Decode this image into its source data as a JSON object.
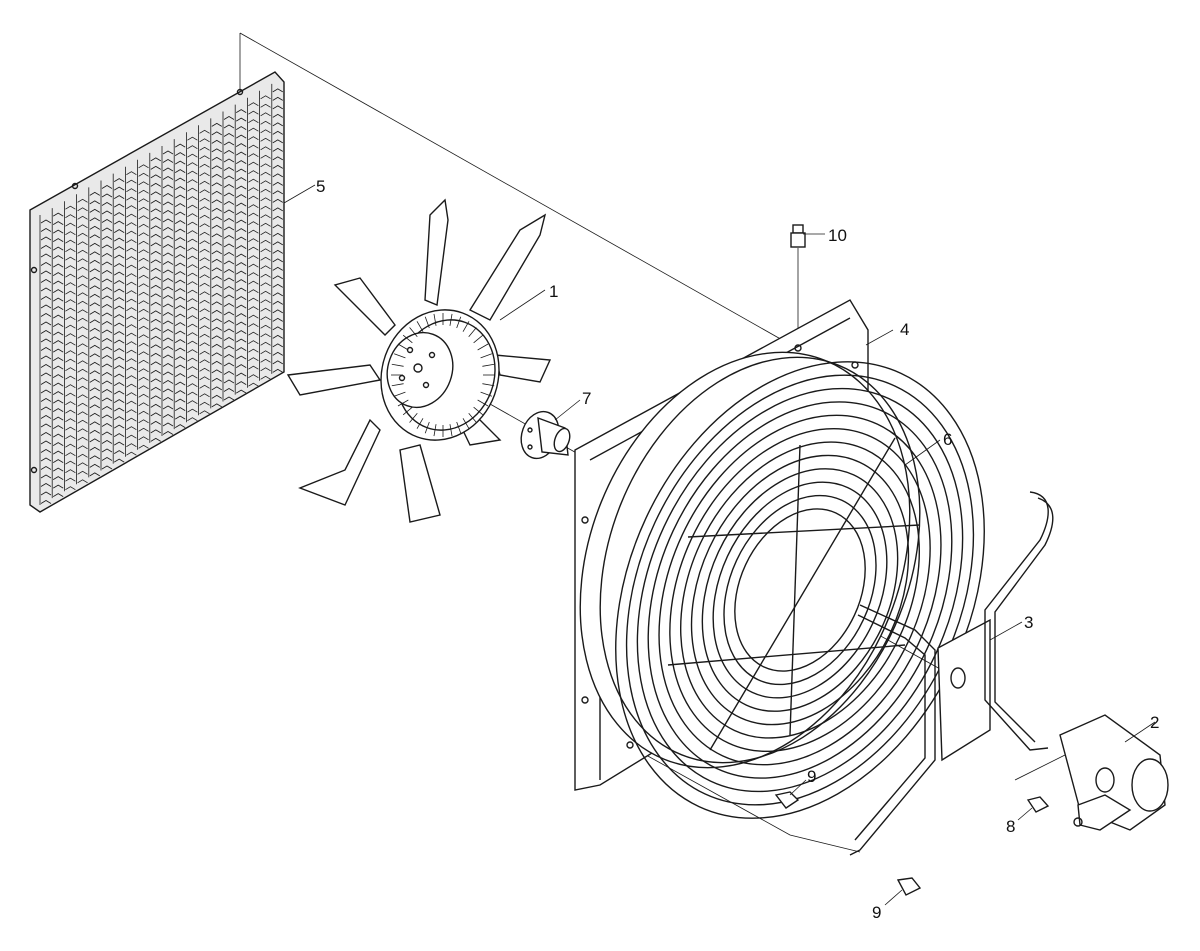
{
  "callouts": [
    {
      "id": "c1",
      "label": "1"
    },
    {
      "id": "c2",
      "label": "2"
    },
    {
      "id": "c3",
      "label": "3"
    },
    {
      "id": "c4",
      "label": "4"
    },
    {
      "id": "c5",
      "label": "5"
    },
    {
      "id": "c6",
      "label": "6"
    },
    {
      "id": "c7",
      "label": "7"
    },
    {
      "id": "c8",
      "label": "8"
    },
    {
      "id": "c9a",
      "label": "9"
    },
    {
      "id": "c9b",
      "label": "9"
    },
    {
      "id": "c10",
      "label": "10"
    }
  ]
}
